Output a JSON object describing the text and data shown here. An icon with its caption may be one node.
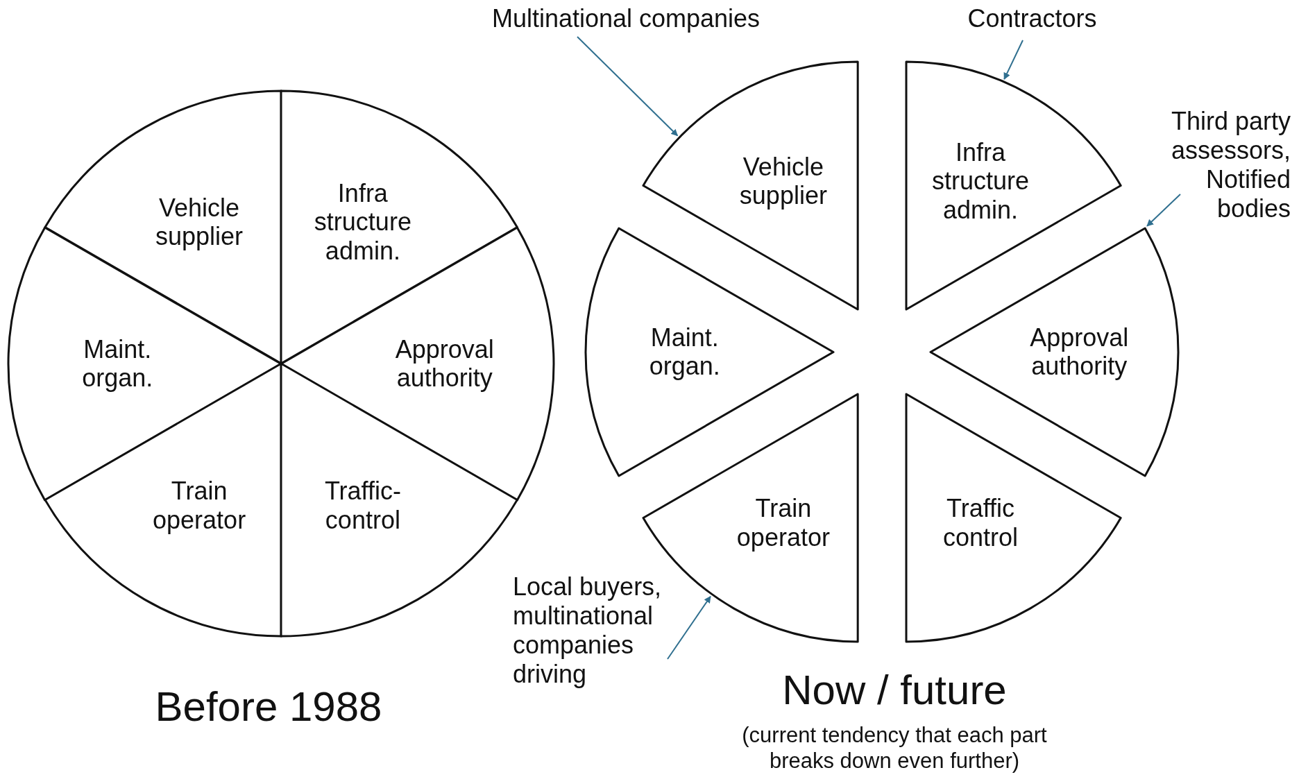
{
  "diagram": {
    "nodes": [
      {
        "text": [
          "Vehicle supplier"
        ]
      },
      {
        "text": [
          "Infra structure admin."
        ]
      },
      {
        "text": [
          "Maint. organ."
        ]
      },
      {
        "text": [
          "Approval authority"
        ]
      },
      {
        "text": [
          "Train operator"
        ]
      },
      {
        "text": [
          "Traffic-control"
        ]
      },
      {
        "text": [
          "Multinational companies"
        ]
      },
      {
        "text": [
          "Contractors"
        ]
      },
      {
        "text": [
          "Vehicle supplier"
        ]
      },
      {
        "text": [
          "Infra structure admin."
        ]
      },
      {
        "text": [
          "Third party assessors, Notified bodies"
        ]
      },
      {
        "text": [
          "Maint. organ."
        ]
      },
      {
        "text": [
          "Approval authority"
        ]
      },
      {
        "text": [
          "Train operator"
        ]
      },
      {
        "text": [
          "Traffic control"
        ]
      },
      {
        "text": [
          "Local buyers, multinational companies driving"
        ]
      }
    ],
    "edges": [
      {
        "from": 6,
        "to": 8,
        "arrow": "to"
      },
      {
        "from": 7,
        "to": 9,
        "arrow": "to"
      },
      {
        "from": 10,
        "to": 12,
        "arrow": "to"
      },
      {
        "from": 15,
        "to": 13,
        "arrow": "to"
      }
    ],
    "labels": [
      "Before 1988",
      "Now / future",
      "(current tendency that each part breaks down even further)"
    ]
  }
}
